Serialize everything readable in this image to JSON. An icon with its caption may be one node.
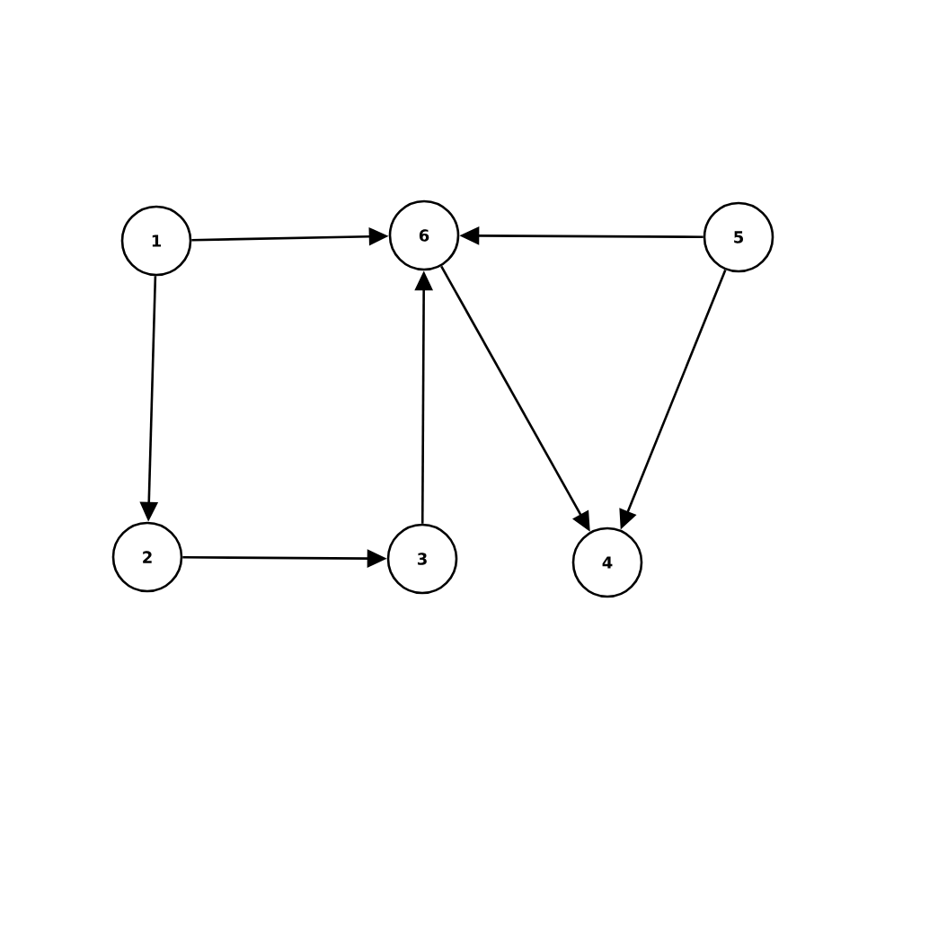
{
  "diagram": {
    "nodes": [
      {
        "text": [
          "1"
        ]
      },
      {
        "text": [
          "6"
        ]
      },
      {
        "text": [
          "5"
        ]
      },
      {
        "text": [
          "2"
        ]
      },
      {
        "text": [
          "3"
        ]
      },
      {
        "text": [
          "4"
        ]
      }
    ],
    "edges": [
      {
        "from": 0,
        "to": 1,
        "arrow": "to"
      },
      {
        "from": 0,
        "to": 3,
        "arrow": "to"
      },
      {
        "from": 3,
        "to": 4,
        "arrow": "to"
      },
      {
        "from": 4,
        "to": 1,
        "arrow": "to"
      },
      {
        "from": 2,
        "to": 1,
        "arrow": "to"
      },
      {
        "from": 1,
        "to": 5,
        "arrow": "to"
      },
      {
        "from": 2,
        "to": 5,
        "arrow": "to"
      }
    ]
  }
}
